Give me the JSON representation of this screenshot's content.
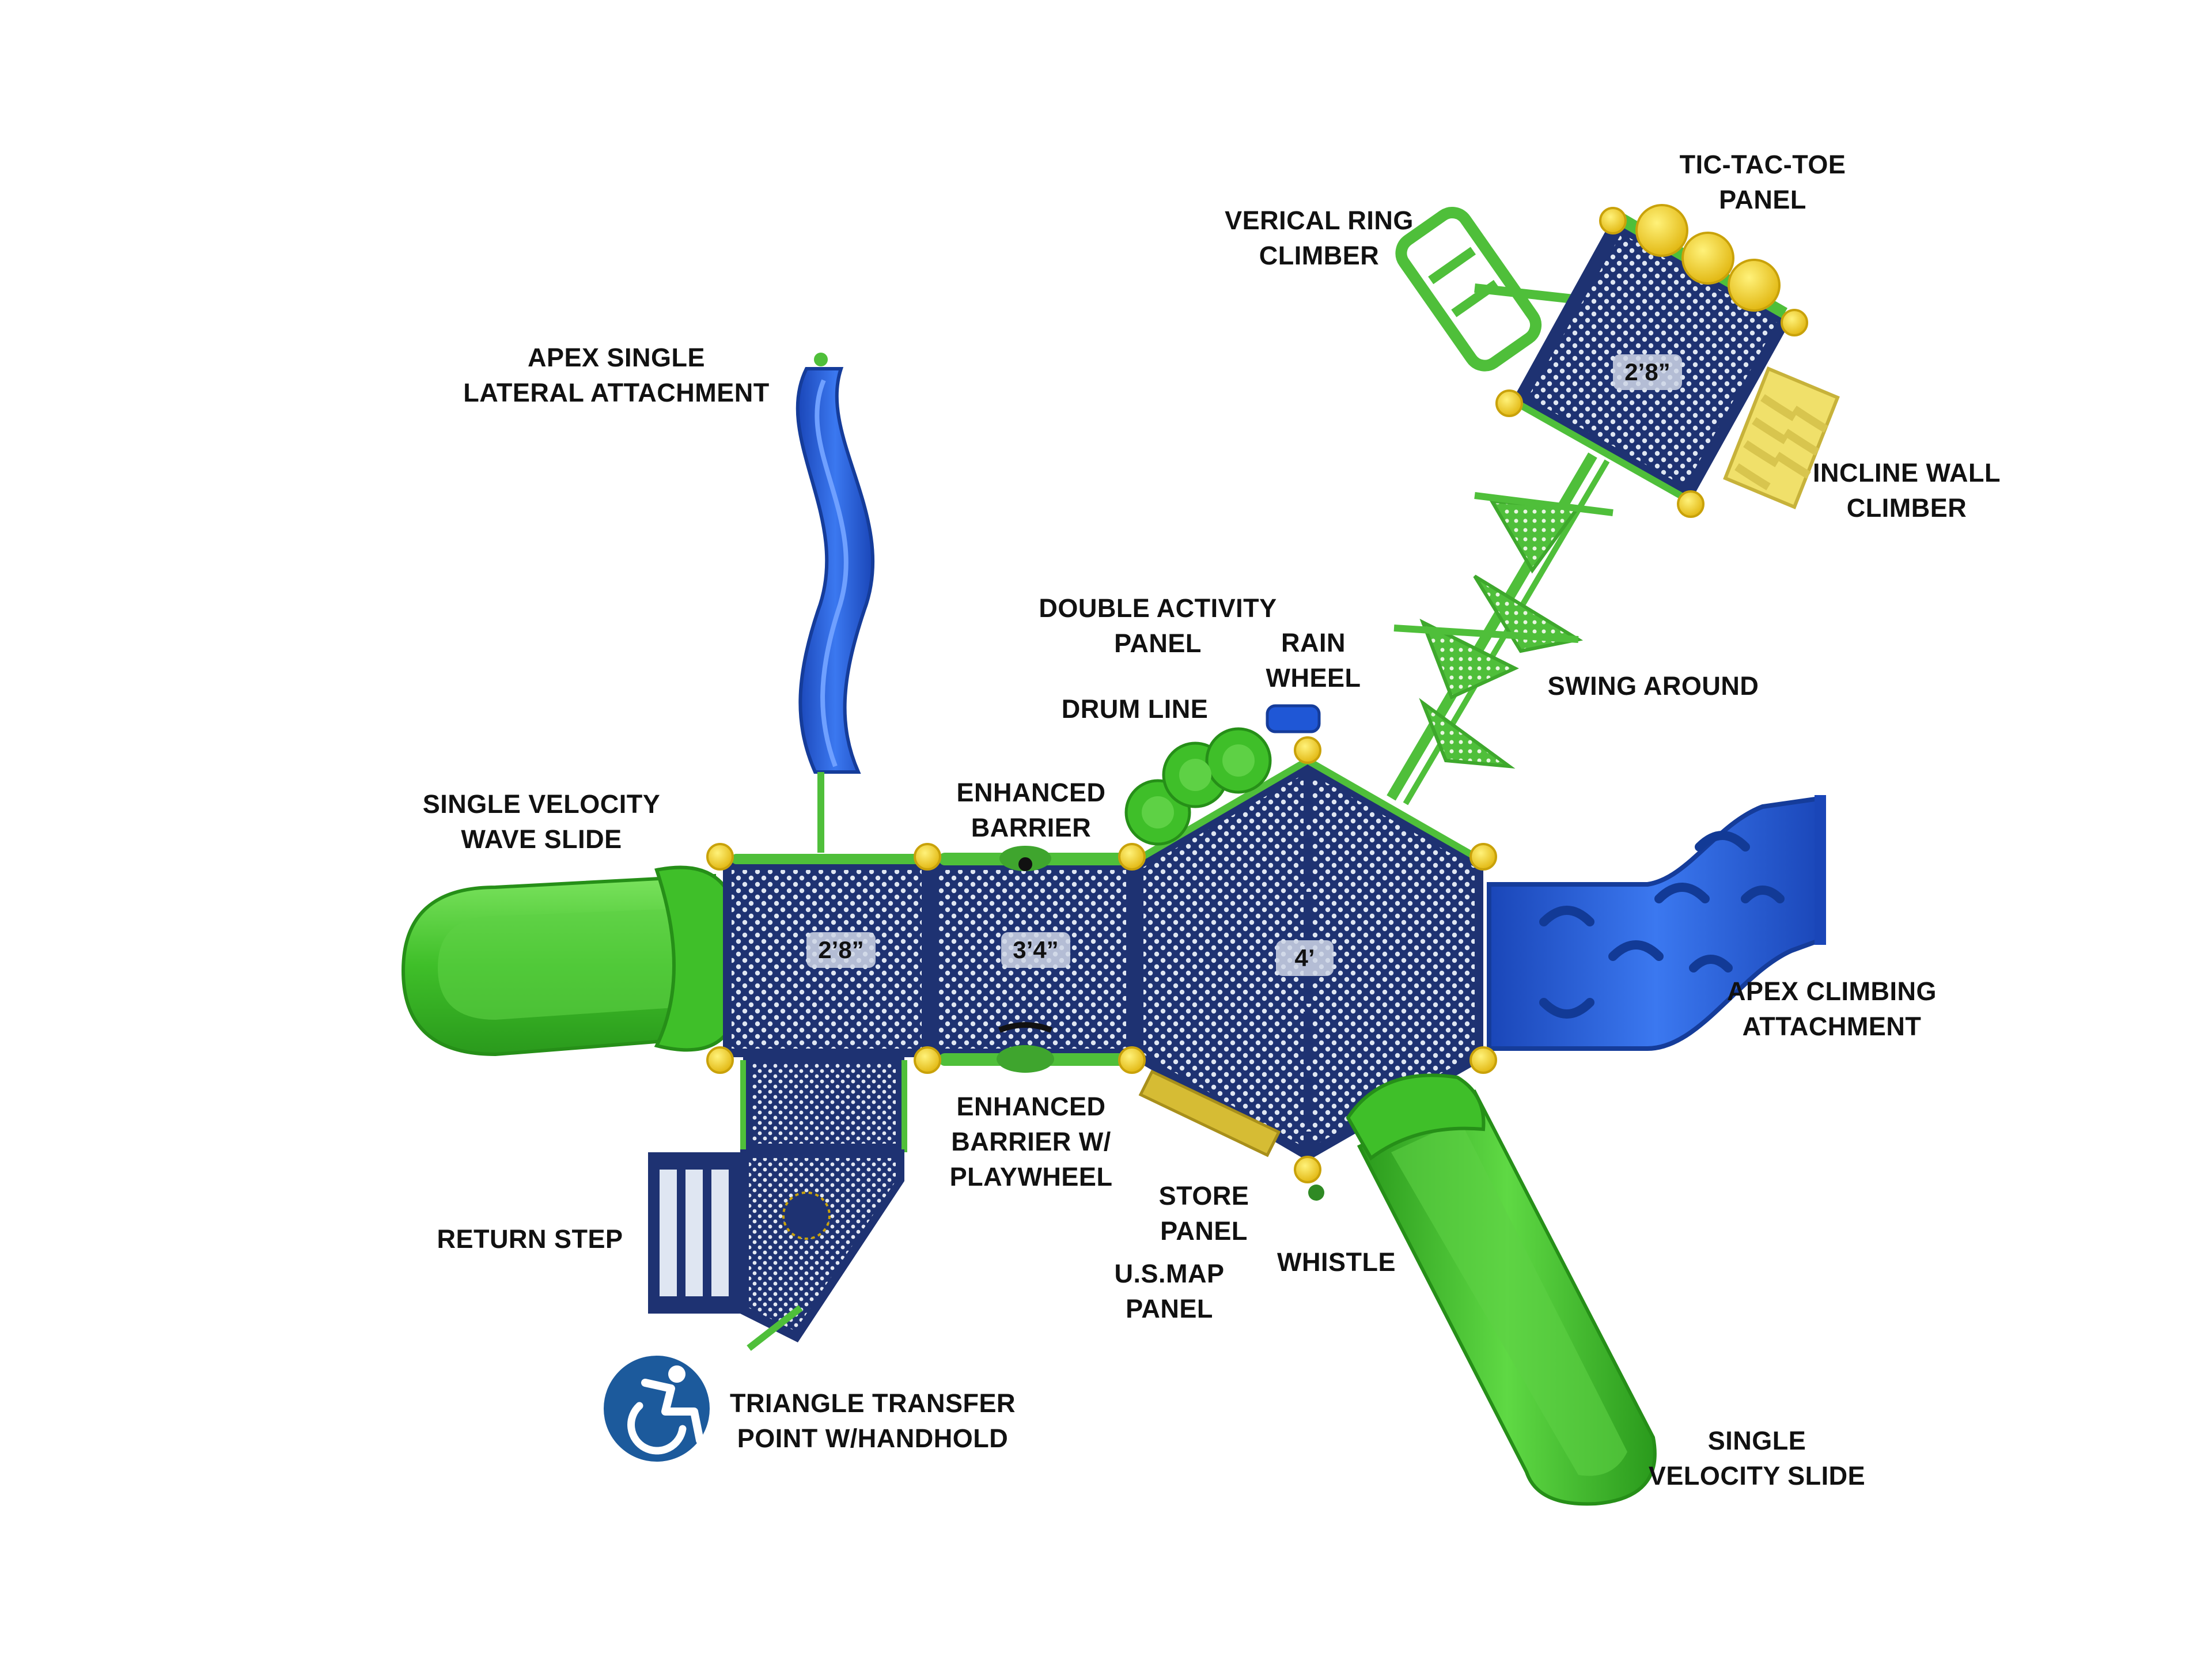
{
  "labels": {
    "tic_tac_toe": [
      "TIC-TAC-TOE",
      "PANEL"
    ],
    "ring_climber": [
      "VERICAL RING",
      "CLIMBER"
    ],
    "apex_lateral": [
      "APEX SINGLE",
      "LATERAL ATTACHMENT"
    ],
    "incline_wall": [
      "INCLINE WALL",
      "CLIMBER"
    ],
    "double_activity": [
      "DOUBLE ACTIVITY",
      "PANEL"
    ],
    "rain_wheel": [
      "RAIN",
      "WHEEL"
    ],
    "swing_around": [
      "SWING AROUND"
    ],
    "drum_line": [
      "DRUM LINE"
    ],
    "wave_slide": [
      "SINGLE VELOCITY",
      "WAVE SLIDE"
    ],
    "enhanced_barrier": [
      "ENHANCED",
      "BARRIER"
    ],
    "apex_climbing": [
      "APEX CLIMBING",
      "ATTACHMENT"
    ],
    "barrier_playwheel": [
      "ENHANCED",
      "BARRIER W/",
      "PLAYWHEEL"
    ],
    "store_panel": [
      "STORE",
      "PANEL"
    ],
    "return_step": [
      "RETURN STEP"
    ],
    "whistle": [
      "WHISTLE"
    ],
    "us_map": [
      "U.S.MAP",
      "PANEL"
    ],
    "single_slide": [
      "SINGLE",
      "VELOCITY SLIDE"
    ],
    "transfer_point": [
      "TRIANGLE TRANSFER",
      "POINT W/HANDHOLD"
    ]
  },
  "deck_heights": {
    "left_deck": "2’8”",
    "middle_deck": "3’4”",
    "hex_deck": "4’",
    "tower_deck": "2’8”"
  },
  "icons": {
    "accessibility": "wheelchair-accessibility-icon"
  },
  "colors": {
    "deck_navy": "#1e3272",
    "frame_green": "#4fbf3a",
    "slide_green": "#43c52e",
    "slide_blue": "#1f57d6",
    "clamp_yellow": "#f2d21b",
    "access_blue": "#1c5a9c"
  }
}
